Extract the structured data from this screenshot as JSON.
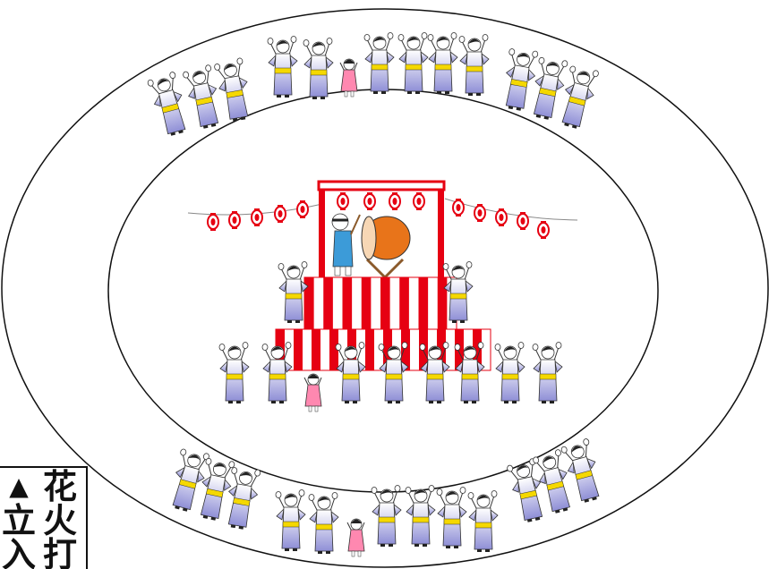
{
  "sign": {
    "col_a": [
      "▲",
      "立",
      "入"
    ],
    "col_b": [
      "花",
      "火",
      "打"
    ]
  },
  "colors": {
    "lantern_red": "#e60012",
    "stage_red": "#e60012",
    "yukata_lavender": "#8f8fd6",
    "obi_yellow": "#f5d800",
    "drum_orange": "#e8741a",
    "drummer_blue": "#3c9bd8"
  }
}
